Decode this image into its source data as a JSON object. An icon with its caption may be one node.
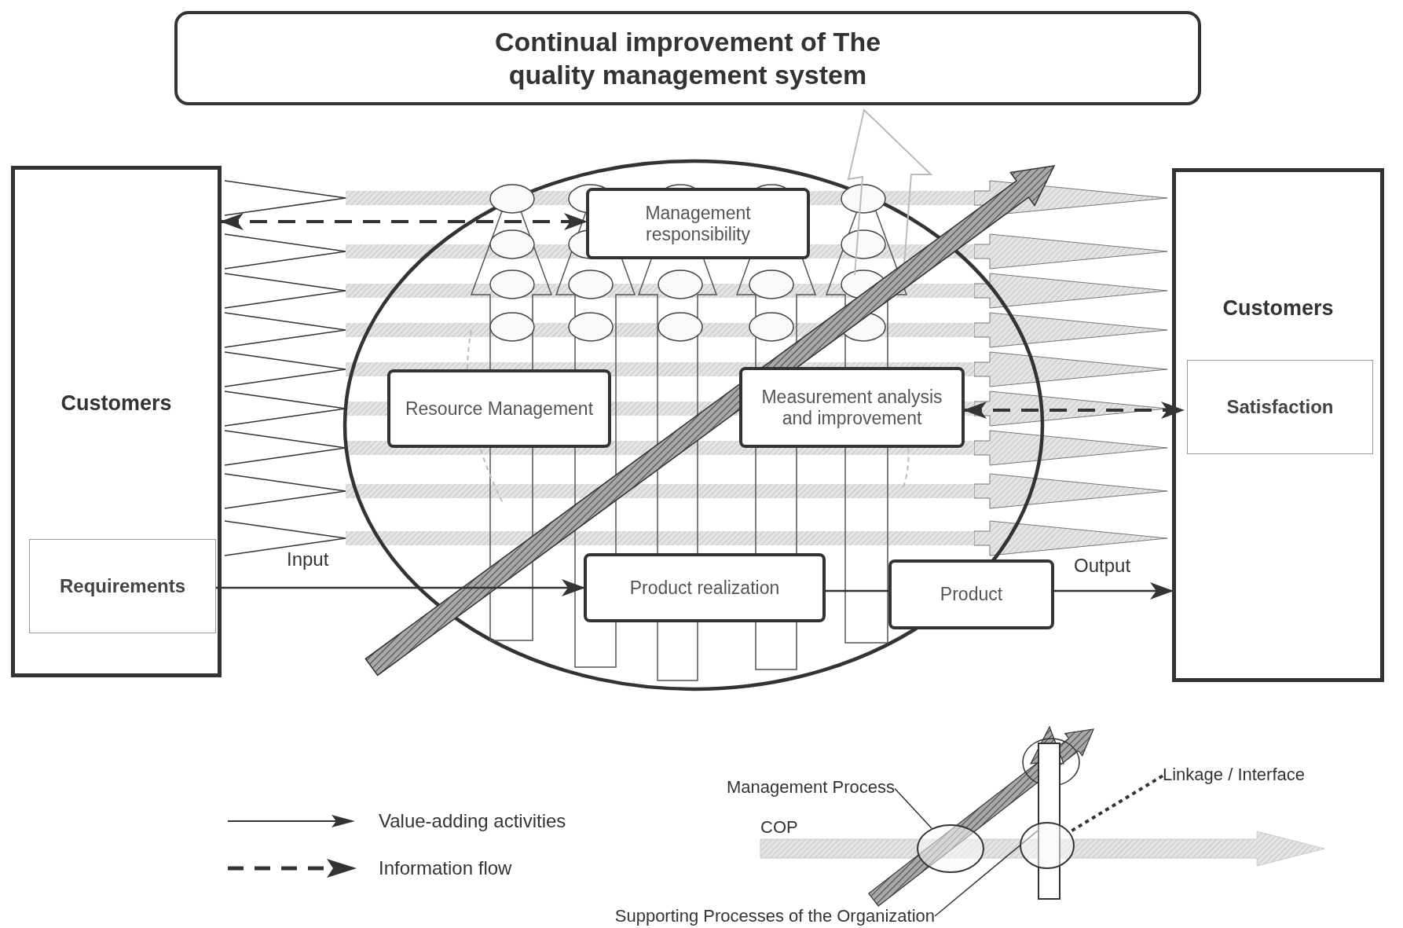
{
  "diagram": {
    "nodes": [
      {
        "text": [
          "Continual improvement of The quality management system"
        ]
      },
      {
        "text": [
          "Customers"
        ]
      },
      {
        "text": [
          "Requirements"
        ],
        "in": 1
      },
      {
        "text": [
          "Customers"
        ]
      },
      {
        "text": [
          "Satisfaction"
        ],
        "in": 3
      },
      {
        "text": [
          "Management responsibility"
        ]
      },
      {
        "text": [
          "Resource Management"
        ]
      },
      {
        "text": [
          "Measurement analysis and improvement"
        ]
      },
      {
        "text": [
          "Product realization"
        ]
      },
      {
        "text": [
          "Product"
        ]
      },
      {
        "text": [
          "Management Process"
        ]
      },
      {
        "text": [
          "Linkage / Interface"
        ]
      },
      {
        "text": [
          "Supporting Processes of the Organization"
        ]
      },
      {
        "text": [],
        "shape": "circle"
      },
      {
        "text": [],
        "shape": "circle"
      },
      {
        "text": [],
        "shape": "bar"
      }
    ],
    "edges": [
      {
        "from": 1,
        "to": 5,
        "arrow": "both",
        "style": "dashed"
      },
      {
        "from": 2,
        "to": 8,
        "arrow": "to",
        "label": "Input"
      },
      {
        "from": 8,
        "to": 9,
        "arrow": "none"
      },
      {
        "from": 9,
        "to": 3,
        "arrow": "to",
        "label": "Output"
      },
      {
        "from": 7,
        "to": 4,
        "arrow": "both",
        "style": "dashed"
      },
      {
        "from": 10,
        "to": 13,
        "arrow": "none"
      },
      {
        "from": 11,
        "to": 14,
        "arrow": "none",
        "style": "dashed"
      },
      {
        "from": 12,
        "to": 15,
        "arrow": "none"
      }
    ],
    "labels": [
      "COP"
    ],
    "legend": [
      {
        "text": "Value-adding activities"
      },
      {
        "text": "Information flow"
      }
    ]
  }
}
